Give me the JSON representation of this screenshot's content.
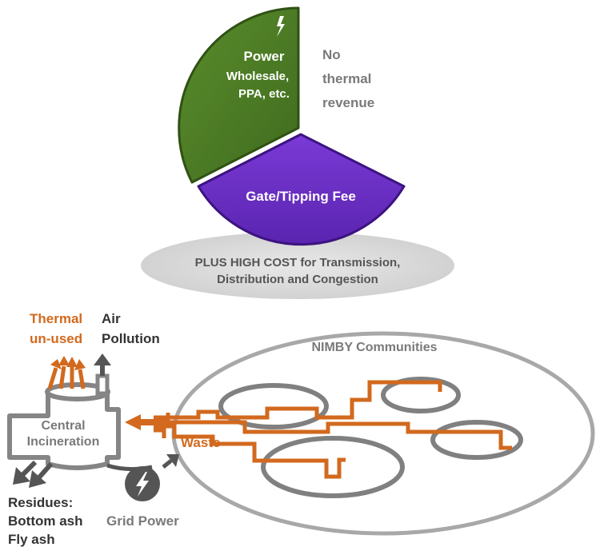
{
  "revenue": {
    "power_title": "Power",
    "power_detail_1": "Wholesale,",
    "power_detail_2": "PPA, etc.",
    "no_thermal_1": "No",
    "no_thermal_2": "thermal",
    "no_thermal_3": "revenue",
    "gate_fee": "Gate/Tipping Fee",
    "plus_cost_1": "PLUS HIGH COST for Transmission,",
    "plus_cost_2": "Distribution and Congestion"
  },
  "system": {
    "thermal_1": "Thermal",
    "thermal_2": "un-used",
    "air_1": "Air",
    "air_2": "Pollution",
    "plant_1": "Central",
    "plant_2": "Incineration",
    "waste": "Waste",
    "nimby": "NIMBY Communities",
    "residues_1": "Residues:",
    "residues_2": "Bottom ash",
    "residues_3": "Fly ash",
    "grid": "Grid Power"
  },
  "colors": {
    "power_green": "#4a7a24",
    "gate_purple": "#6a2fc4",
    "thermal_orange": "#d2691e",
    "dark_gray": "#555555",
    "light_gray": "#e0e0e0",
    "text_gray": "#7a7a7a"
  },
  "icons": {
    "power": "lightning-bolt-icon",
    "grid": "lightning-circle-icon"
  }
}
